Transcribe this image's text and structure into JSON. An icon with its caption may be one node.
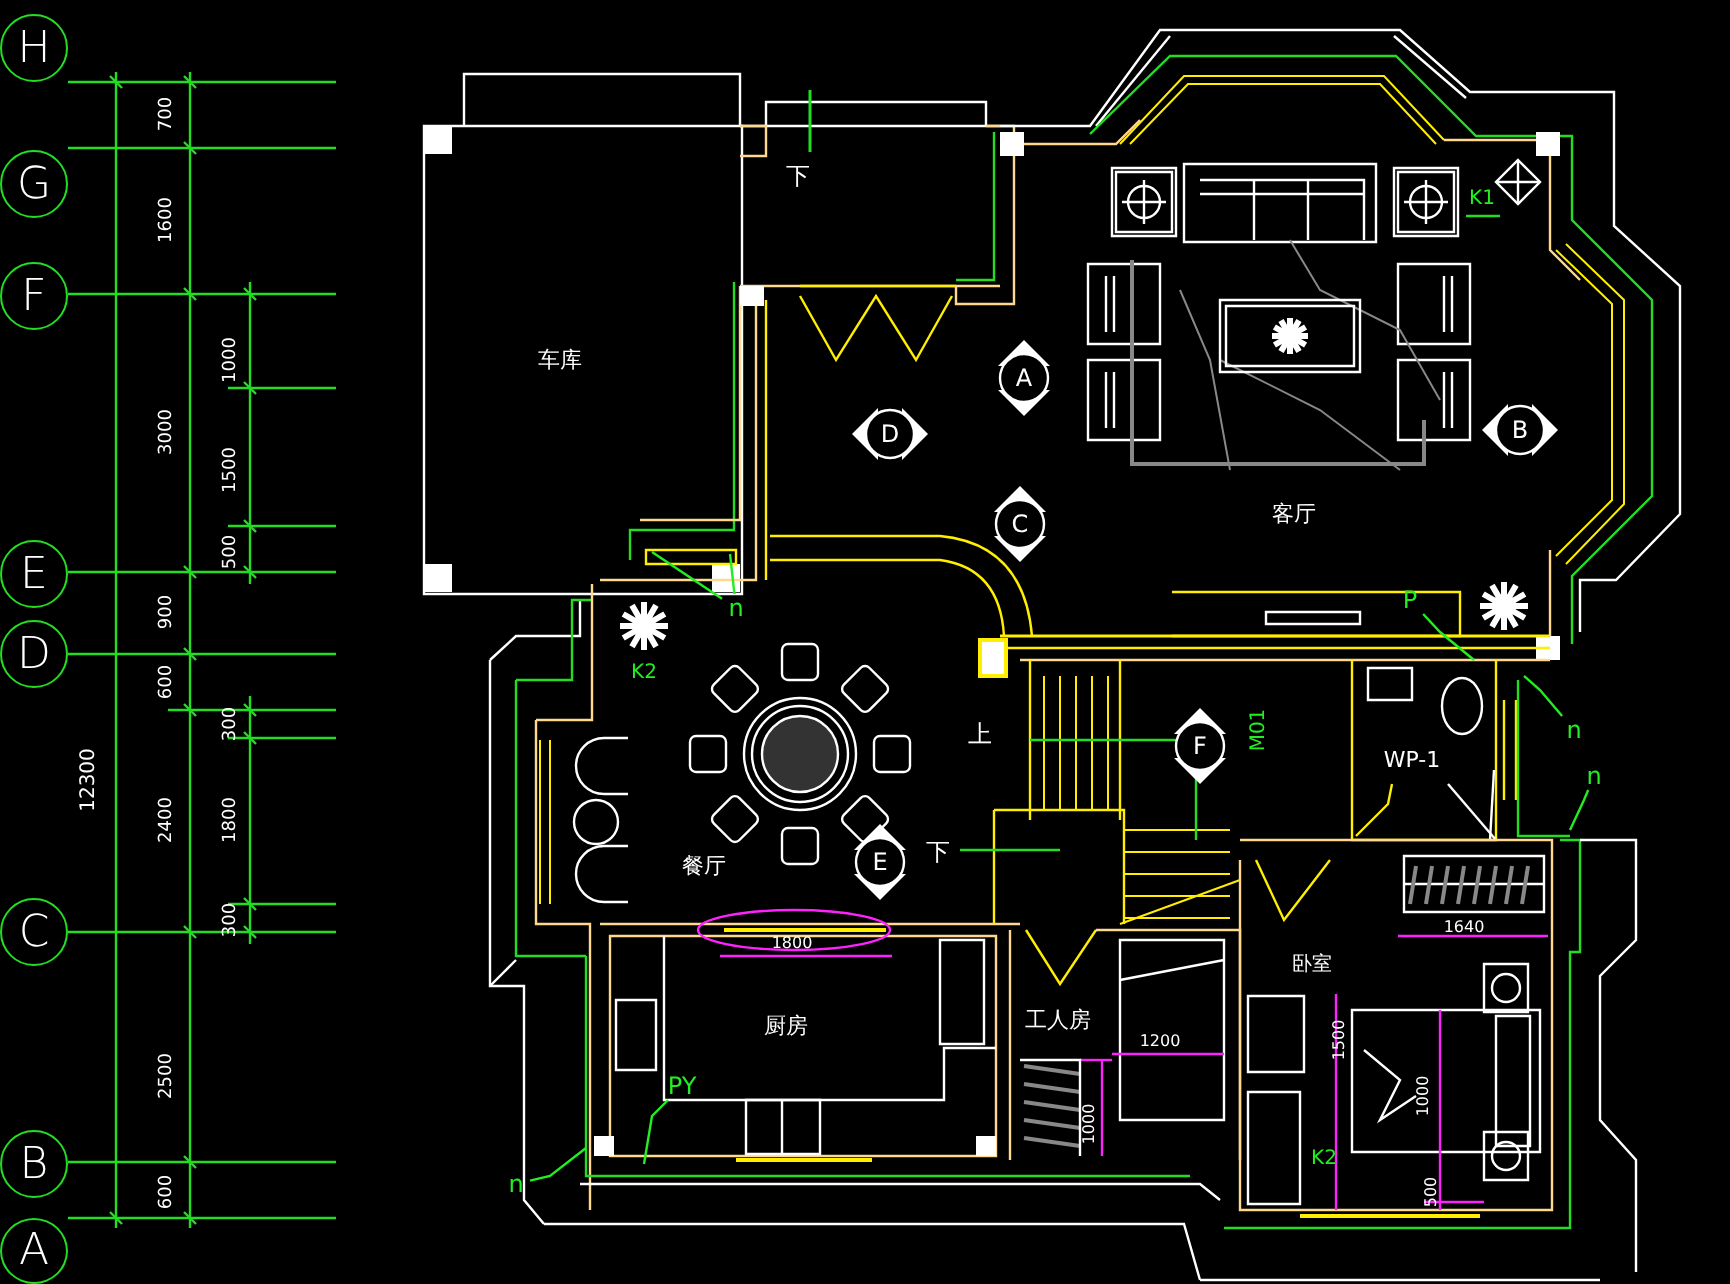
{
  "diagram": {
    "nodes": [
      {
        "text": [
          "H"
        ]
      },
      {
        "text": [
          "G"
        ]
      },
      {
        "text": [
          "F"
        ]
      },
      {
        "text": [
          "E"
        ]
      },
      {
        "text": [
          "D"
        ]
      },
      {
        "text": [
          "C"
        ]
      },
      {
        "text": [
          "B"
        ]
      },
      {
        "text": [
          "A"
        ]
      },
      {
        "text": [
          "A"
        ]
      },
      {
        "text": [
          "D"
        ]
      },
      {
        "text": [
          "B"
        ]
      },
      {
        "text": [
          "C"
        ]
      },
      {
        "text": [
          "F"
        ]
      },
      {
        "text": [
          "E"
        ]
      },
      {
        "text": [
          "n"
        ]
      },
      {
        "text": [
          "P"
        ]
      },
      {
        "text": [
          "n"
        ]
      },
      {
        "text": [
          "n"
        ]
      },
      {
        "text": [
          "PY"
        ]
      },
      {
        "text": [
          "n"
        ]
      }
    ],
    "edges": [
      {
        "from": 14,
        "to": null,
        "arrow": "none"
      },
      {
        "from": 14,
        "to": null,
        "arrow": "none"
      },
      {
        "from": 15,
        "to": null,
        "arrow": "none"
      },
      {
        "from": 16,
        "to": null,
        "arrow": "none"
      },
      {
        "from": 17,
        "to": null,
        "arrow": "none"
      },
      {
        "from": 18,
        "to": null,
        "arrow": "none"
      },
      {
        "from": 19,
        "to": null,
        "arrow": "none"
      }
    ],
    "labels": [
      "700",
      "1600",
      "1000",
      "3000",
      "1500",
      "500",
      "900",
      "600",
      "300",
      "12300",
      "2400",
      "1800",
      "300",
      "2500",
      "600",
      "下",
      "K1",
      "车库",
      "客厅",
      "K2",
      "上",
      "M01",
      "WP-1",
      "下",
      "餐厅",
      "1640",
      "1800",
      "卧室",
      "厨房",
      "工人房",
      "1200",
      "1000",
      "1500",
      "1000",
      "K2",
      "500"
    ]
  }
}
